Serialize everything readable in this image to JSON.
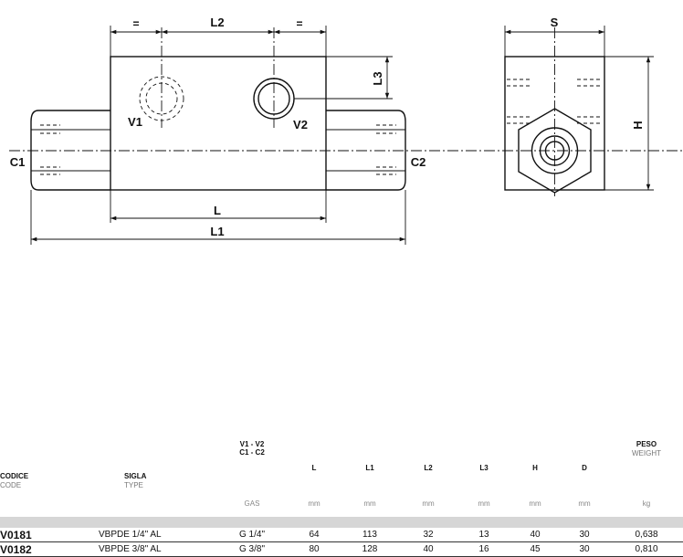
{
  "drawing": {
    "labels": {
      "eq_left": "=",
      "eq_right": "=",
      "l2": "L2",
      "l3": "L3",
      "v1": "V1",
      "v2": "V2",
      "c1": "C1",
      "c2": "C2",
      "l": "L",
      "l1": "L1",
      "s": "S",
      "h": "H"
    }
  },
  "table": {
    "headers": {
      "code": "CODICE",
      "code_sub": "CODE",
      "type": "SIGLA",
      "type_sub": "TYPE",
      "ports_1": "V1 - V2",
      "ports_2": "C1 - C2",
      "l": "L",
      "l1": "L1",
      "l2": "L2",
      "l3": "L3",
      "h": "H",
      "d": "D",
      "weight": "PESO",
      "weight_sub": "WEIGHT"
    },
    "units": {
      "ports": "GAS",
      "l": "mm",
      "l1": "mm",
      "l2": "mm",
      "l3": "mm",
      "h": "mm",
      "d": "mm",
      "weight": "kg"
    },
    "rows": [
      {
        "code": "V0181",
        "type": "VBPDE 1/4\" AL",
        "gas": "G 1/4\"",
        "l": "64",
        "l1": "113",
        "l2": "32",
        "l3": "13",
        "h": "40",
        "d": "30",
        "weight": "0,638"
      },
      {
        "code": "V0182",
        "type": "VBPDE 3/8\" AL",
        "gas": "G 3/8\"",
        "l": "80",
        "l1": "128",
        "l2": "40",
        "l3": "16",
        "h": "45",
        "d": "30",
        "weight": "0,810"
      }
    ]
  }
}
